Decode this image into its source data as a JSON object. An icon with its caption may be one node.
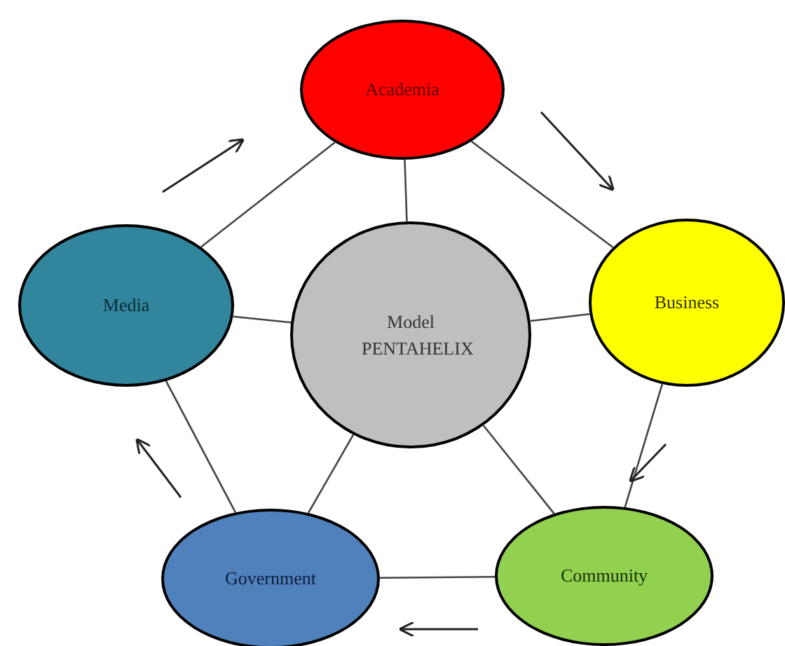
{
  "diagram": {
    "nodes": [
      {
        "text": [
          "Model PENTAHELIX"
        ]
      },
      {
        "text": [
          "Academia"
        ]
      },
      {
        "text": [
          "Business"
        ]
      },
      {
        "text": [
          "Community"
        ]
      },
      {
        "text": [
          "Government"
        ]
      },
      {
        "text": [
          "Media"
        ]
      }
    ],
    "edges": [
      {
        "from": 5,
        "to": 1,
        "arrow": "none"
      },
      {
        "from": 1,
        "to": 2,
        "arrow": "none"
      },
      {
        "from": 2,
        "to": 3,
        "arrow": "none"
      },
      {
        "from": 3,
        "to": 4,
        "arrow": "none"
      },
      {
        "from": 4,
        "to": 5,
        "arrow": "none"
      },
      {
        "from": 0,
        "to": 1,
        "arrow": "none"
      },
      {
        "from": 0,
        "to": 2,
        "arrow": "none"
      },
      {
        "from": 0,
        "to": 3,
        "arrow": "none"
      },
      {
        "from": 0,
        "to": 4,
        "arrow": "none"
      },
      {
        "from": 0,
        "to": 5,
        "arrow": "none"
      }
    ]
  }
}
